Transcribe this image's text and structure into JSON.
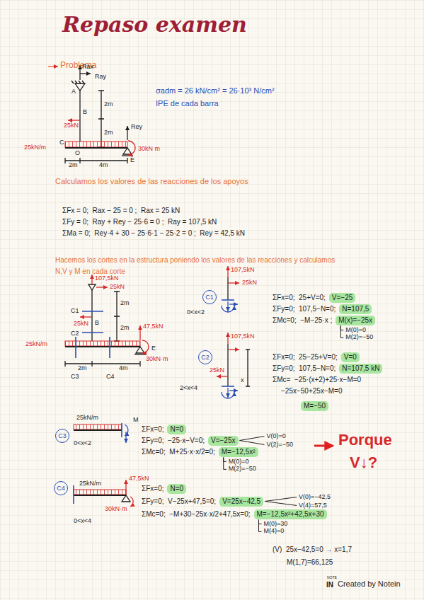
{
  "diagram": {
    "title": "Repaso examen",
    "nodes": [
      {
        "text": [
          "C1"
        ]
      },
      {
        "text": [
          "V=−25"
        ]
      },
      {
        "text": [
          "N=107,5"
        ]
      },
      {
        "text": [
          "M(x)=−25x"
        ]
      },
      {
        "text": [
          "C2"
        ]
      },
      {
        "text": [
          "V=0"
        ]
      },
      {
        "text": [
          "N=107,5 kN"
        ]
      },
      {
        "text": [
          "M=−50"
        ]
      },
      {
        "text": [
          "C3"
        ]
      },
      {
        "text": [
          "N=0"
        ]
      },
      {
        "text": [
          "V=−25x"
        ]
      },
      {
        "text": [
          "M=−12,5x²"
        ]
      },
      {
        "text": [
          "C4"
        ]
      },
      {
        "text": [
          "N=0"
        ]
      },
      {
        "text": [
          "V=25x−42,5"
        ]
      },
      {
        "text": [
          "M=−12,5x²+42,5x+30"
        ]
      }
    ],
    "labels": [
      "Problema",
      "Rax",
      "Ray",
      "A",
      "B",
      "2m",
      "25kN",
      "2m",
      "Rey",
      "C",
      "O",
      "E",
      "25kN/m",
      "30kN m",
      "2m",
      "4m",
      "σadm = 26 kN/cm² = 26·10³ N/cm²",
      "IPE de cada barra",
      "Calculamos los valores de las reacciones de los apoyos",
      "ΣFx = 0;  Rax − 25 = 0 ;  Rax = 25 kN",
      "ΣFy = 0;  Ray + Rey − 25·6 = 0 ;  Ray = 107,5 kN",
      "ΣMa = 0;  Rey·4 + 30 − 25·6·1 − 25·2 = 0 ;  Rey = 42,5 kN",
      "Hacemos los cortes en la estructura poniendo los valores de las reacciones y calculamos",
      "N,V y M en cada corte",
      "107,5kN",
      "25kN",
      "B",
      "2m",
      "25kN",
      "47,5kN",
      "2m",
      "25kN/m",
      "E",
      "30kN·m",
      "2m",
      "4m",
      "C1",
      "C2",
      "C3",
      "C4",
      "107,5kN",
      "25kN",
      "0<x<2",
      "ΣFx=0;  25+V=0;",
      "ΣFy=0;  107,5−N=0;",
      "ΣMc=0;  −M−25·x ;",
      "M(0)=0",
      "M(2)=−50",
      "107,5kN",
      "25kN",
      "2<x<4",
      "x",
      "ΣFx=0;  25−25+V=0;",
      "ΣFy=0;  107,5−N=0;",
      "ΣMc=  −25·(x+2)+25·x−M=0",
      "−25x−50+25x−M=0",
      "25kN/m",
      "M",
      "0<x<2",
      "ΣFx=0;",
      "ΣFy=0;  −25·x−V=0;",
      "ΣMc=0;  M+25·x·x/2=0;",
      "V(0)=0",
      "V(2)=−50",
      "M(0)=0",
      "M(2)=−50",
      "Porque",
      "V↓?",
      "47,5kN",
      "25kN/m",
      "30kN·m",
      "0<x<4",
      "ΣFx=0;",
      "ΣFy=0;  V−25x+47,5=0;",
      "ΣMc=0;  −M+30−25x·x/2+47,5x=0;",
      "V(0)=−42,5",
      "V(4)=57,5",
      "M(0)=30",
      "M(4)=0",
      "(V)  25x−42,5=0 → x=1,7",
      "M(1,7)=66,125",
      "NOTE",
      "IN",
      "Created by Notein"
    ]
  }
}
